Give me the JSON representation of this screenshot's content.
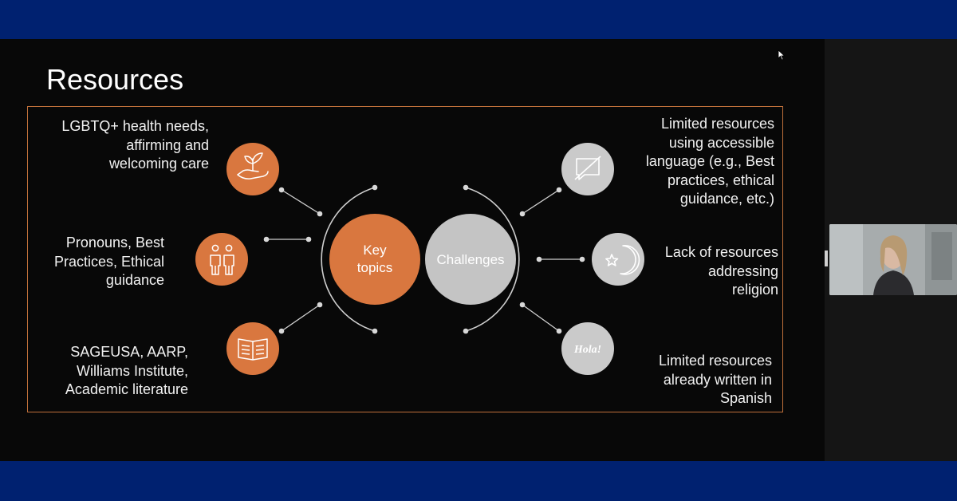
{
  "slide": {
    "title": "Resources",
    "key_topics": {
      "hub_label": "Key\ntopics",
      "items": [
        {
          "icon": "hand-plant-icon",
          "text": "LGBTQ+ health needs,\naffirming and\nwelcoming care"
        },
        {
          "icon": "two-people-icon",
          "text": "Pronouns, Best\nPractices, Ethical\nguidance"
        },
        {
          "icon": "open-book-icon",
          "text": "SAGEUSA, AARP,\nWilliams Institute,\nAcademic literature"
        }
      ]
    },
    "challenges": {
      "hub_label": "Challenges",
      "items": [
        {
          "icon": "crossed-speech-bubble-icon",
          "text": "Limited resources\nusing  accessible\nlanguage  (e.g., Best\npractices, ethical\nguidance, etc.)"
        },
        {
          "icon": "moon-star-icon",
          "text": "Lack of resources\naddressing\nreligion"
        },
        {
          "icon": "hola-speech-bubble-icon",
          "icon_text": "Hola!",
          "text": "Limited resources\nalready written in\nSpanish"
        }
      ]
    }
  },
  "colors": {
    "accent_orange": "#d9773f",
    "challenge_gray": "#c4c4c4",
    "frame_border": "#c0703a",
    "band_blue": "#002170"
  },
  "video_tile": {
    "icon": "participant-video-feed"
  }
}
